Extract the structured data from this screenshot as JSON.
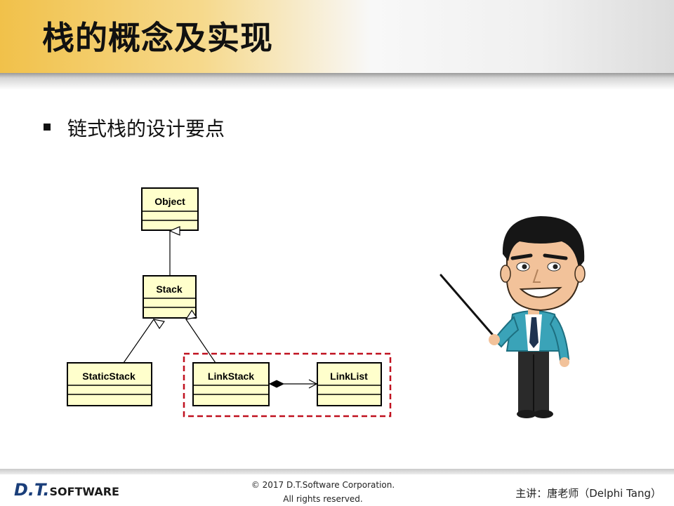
{
  "slide": {
    "title": "栈的概念及实现",
    "bullet": "链式栈的设计要点"
  },
  "diagram": {
    "classes": {
      "object": "Object",
      "stack": "Stack",
      "static_stack": "StaticStack",
      "link_stack": "LinkStack",
      "link_list": "LinkList"
    },
    "highlight_color": "#c0111f",
    "class_fill": "#ffffcc"
  },
  "footer": {
    "logo_dt": "D.T.",
    "logo_software": "SOFTWARE",
    "copyright_line1": "© 2017 D.T.Software Corporation.",
    "copyright_line2": "All rights reserved.",
    "lecturer": "主讲：唐老师（Delphi Tang）"
  }
}
